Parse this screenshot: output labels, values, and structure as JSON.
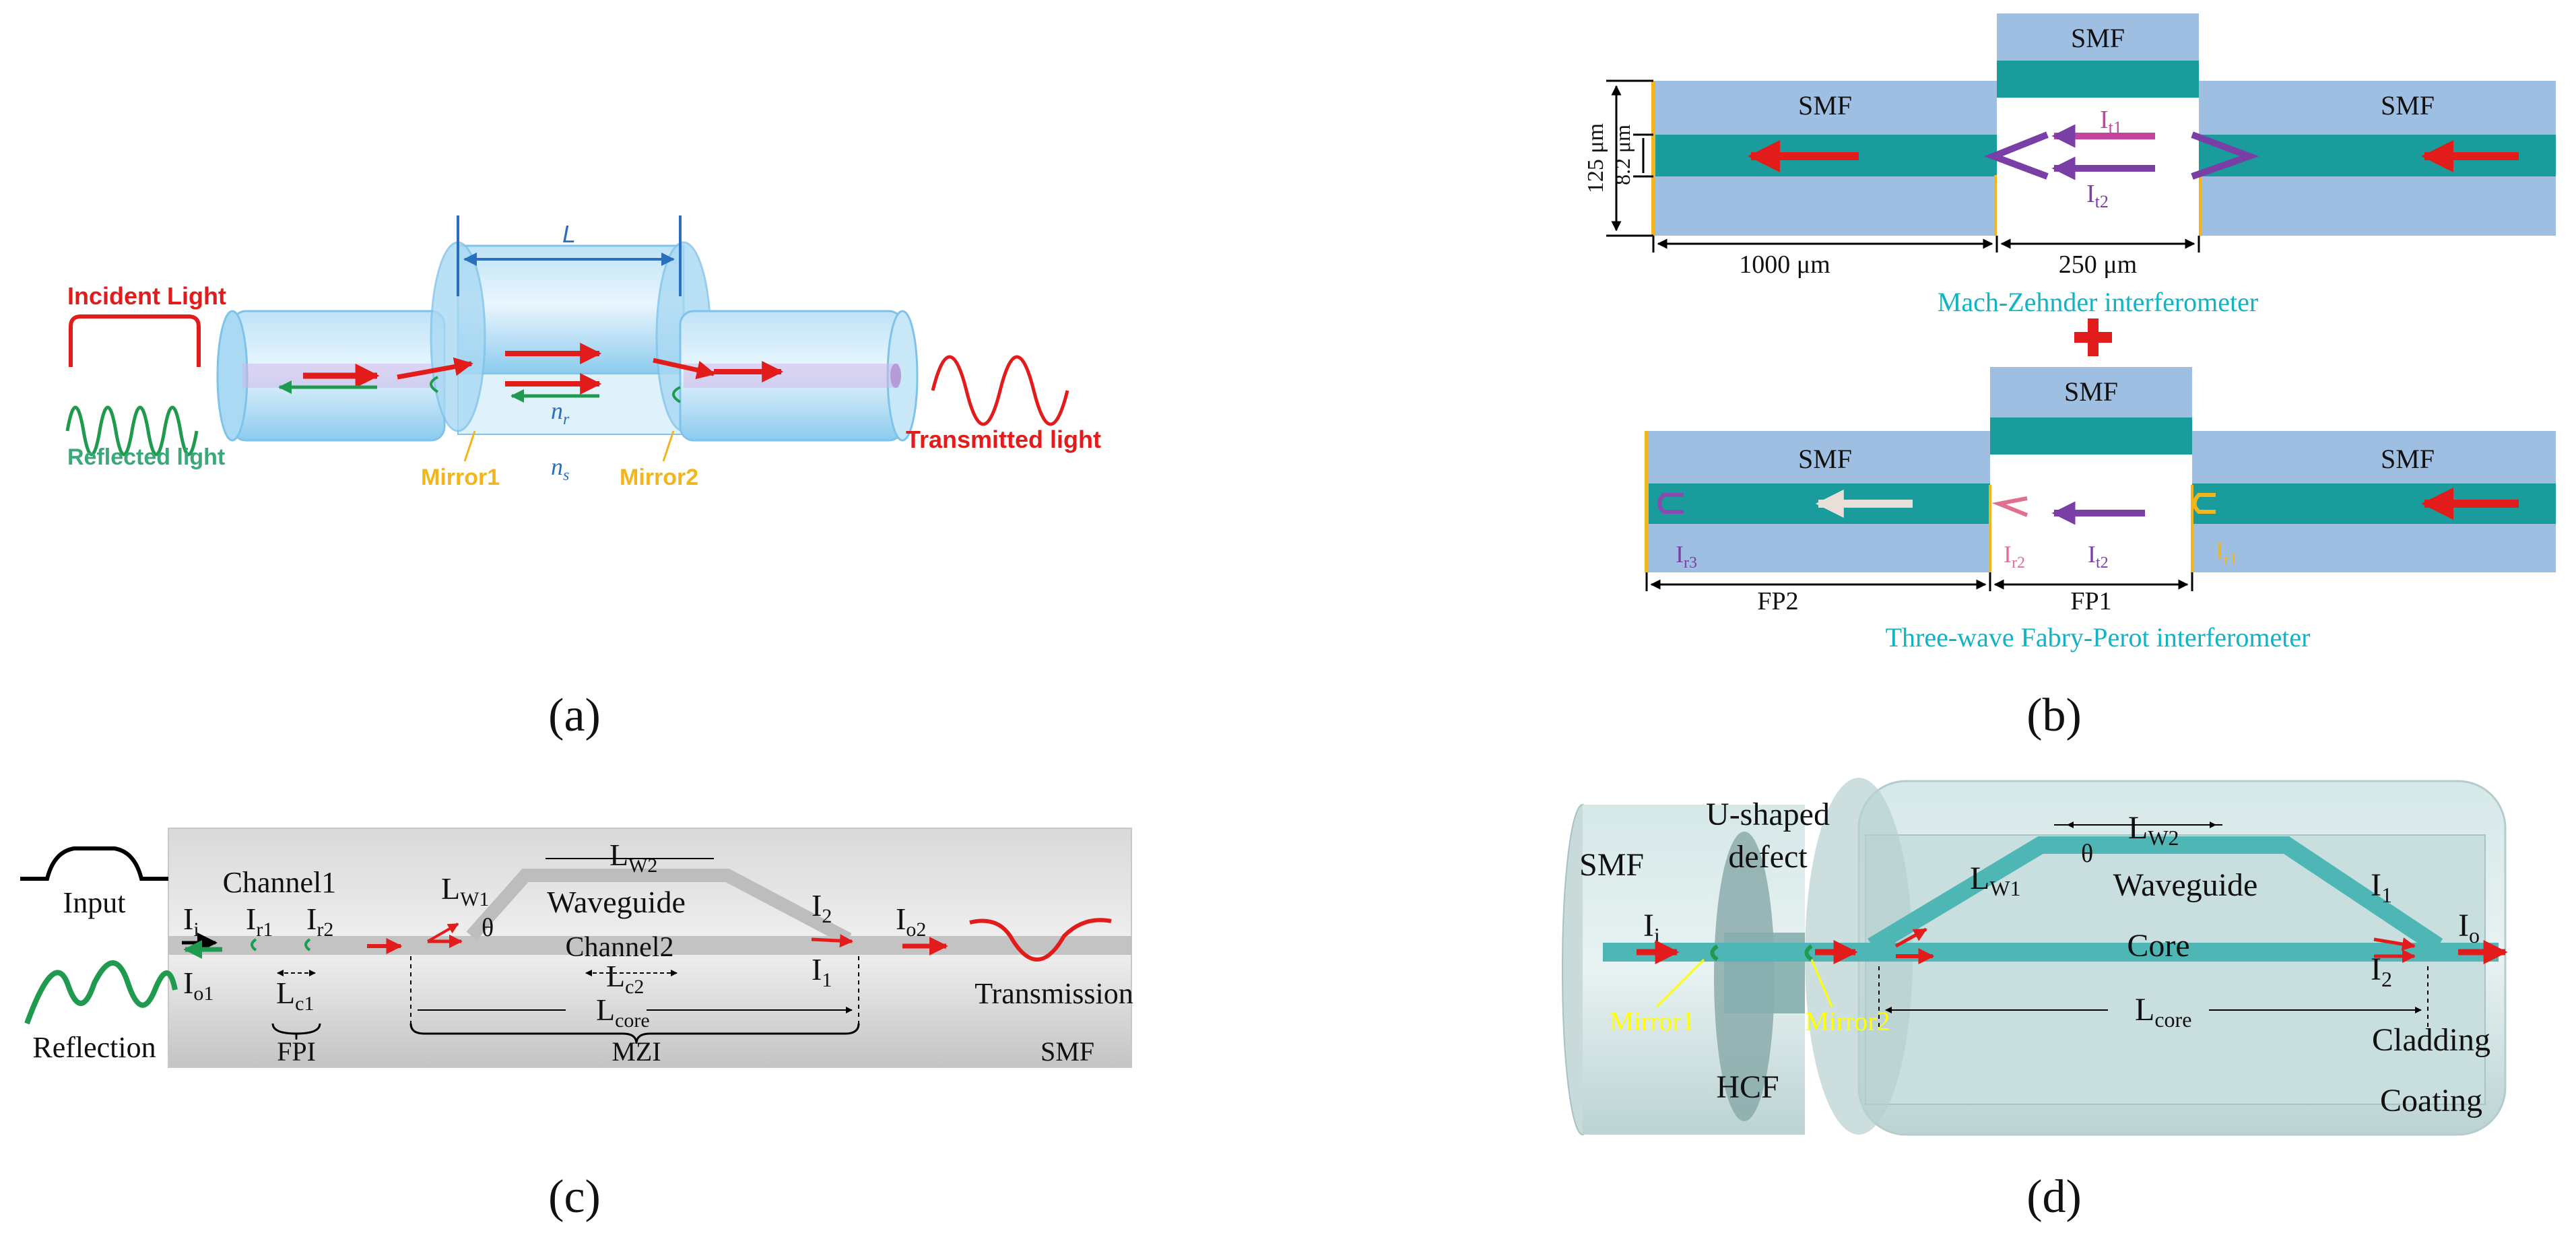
{
  "captions": {
    "a": "(a)",
    "b": "(b)",
    "c": "(c)",
    "d": "(d)"
  },
  "panel_a": {
    "L": "L",
    "incident": "Incident Light",
    "reflected": "Reflected light",
    "transmitted": "Transmitted light",
    "mirror1": "Mirror1",
    "mirror2": "Mirror2",
    "n_r": "n",
    "n_r_sub": "r",
    "n_s": "n",
    "n_s_sub": "s"
  },
  "panel_b": {
    "smf": "SMF",
    "dim_125": "125 μm",
    "dim_82": "8.2 μm",
    "dim_1000": "1000 μm",
    "dim_250": "250 μm",
    "mzi_label": "Mach-Zehnder interferometer",
    "fp_label": "Three-wave Fabry-Perot interferometer",
    "fp1": "FP1",
    "fp2": "FP2",
    "I": "I",
    "t1": "t1",
    "t2": "t2",
    "r1": "r1",
    "r2": "r2",
    "r3": "r3"
  },
  "panel_c": {
    "input": "Input",
    "reflection": "Reflection",
    "transmission": "Transmission",
    "channel1": "Channel1",
    "channel2": "Channel2",
    "waveguide": "Waveguide",
    "fpi": "FPI",
    "mzi": "MZI",
    "smf": "SMF",
    "theta": "θ",
    "I": "I",
    "L": "L",
    "sub_i": "i",
    "sub_o1": "o1",
    "sub_o2": "o2",
    "sub_r1": "r1",
    "sub_r2": "r2",
    "sub_1": "1",
    "sub_2": "2",
    "sub_c1": "c1",
    "sub_c2": "c2",
    "sub_core": "core",
    "sub_W1": "W1",
    "sub_W2": "W2"
  },
  "panel_d": {
    "smf": "SMF",
    "u_shaped_1": "U-shaped",
    "u_shaped_2": "defect",
    "hcf": "HCF",
    "mirror1": "Mirror1",
    "mirror2": "Mirror2",
    "waveguide": "Waveguide",
    "core": "Core",
    "cladding": "Cladding",
    "coating": "Coating",
    "theta": "θ",
    "I": "I",
    "L": "L",
    "sub_i": "i",
    "sub_o": "o",
    "sub_1": "1",
    "sub_2": "2",
    "sub_core": "core",
    "sub_W1": "W1",
    "sub_W2": "W2"
  },
  "colors": {
    "red": "#e21b1b",
    "green": "#1f9a4f",
    "teal": "#00a3a3",
    "purple": "#7a3fa6",
    "yellow": "#f2b51c",
    "fiber_blue": "#8fb3d9",
    "core_teal": "#0f9a9a"
  }
}
